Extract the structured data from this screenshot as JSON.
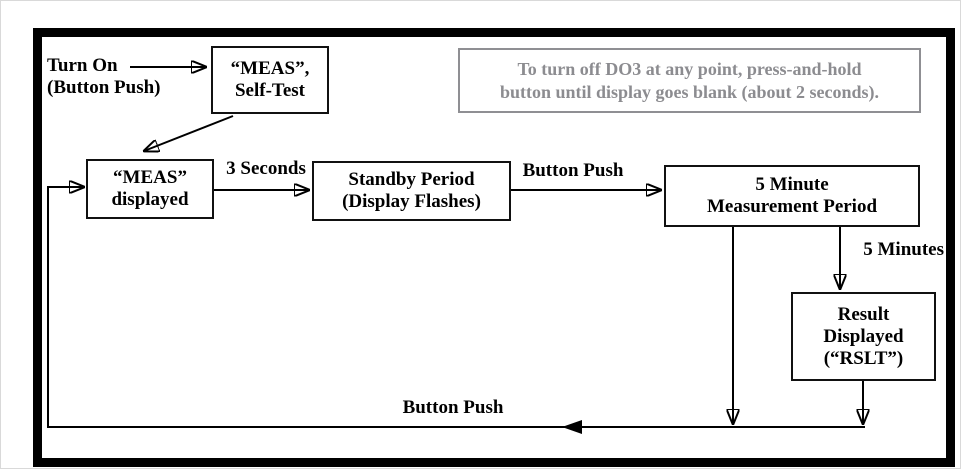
{
  "figure": {
    "note_box": {
      "line1": "To turn off DO3 at any point, press-and-hold",
      "line2": "button until display goes blank (about 2 seconds)."
    },
    "boxes": {
      "self_test": {
        "line1": "“MEAS”,",
        "line2": "Self-Test"
      },
      "meas_displayed": {
        "line1": "“MEAS”",
        "line2": "displayed"
      },
      "standby": {
        "line1": "Standby Period",
        "line2": "(Display Flashes)"
      },
      "measurement": {
        "line1": "5 Minute",
        "line2": "Measurement Period"
      },
      "result": {
        "line1": "Result",
        "line2": "Displayed",
        "line3": "(“RSLT”)"
      }
    },
    "labels": {
      "turn_on": "Turn On",
      "turn_on_sub": "(Button Push)",
      "three_seconds": "3 Seconds",
      "button_push_top": "Button Push",
      "five_minutes": "5 Minutes",
      "button_push_bottom": "Button Push"
    },
    "colors": {
      "line": "#000000",
      "box_border": "#111111",
      "note_text": "#8c8c90",
      "note_border": "#8f8f93",
      "background": "#ffffff"
    }
  }
}
